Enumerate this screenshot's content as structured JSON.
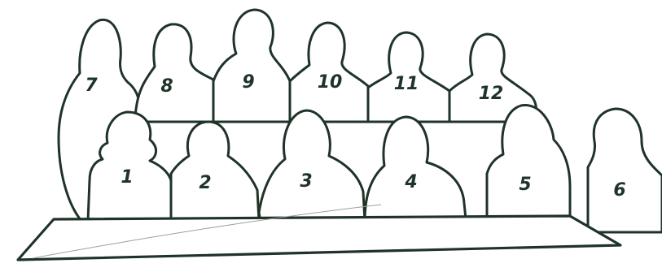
{
  "figures": {
    "back_row": [
      "7",
      "8",
      "9",
      "10",
      "11",
      "12"
    ],
    "front_row": [
      "1",
      "2",
      "3",
      "4",
      "5",
      "6"
    ]
  },
  "colors": {
    "ink": "#1f3328",
    "paper": "#ffffff"
  }
}
